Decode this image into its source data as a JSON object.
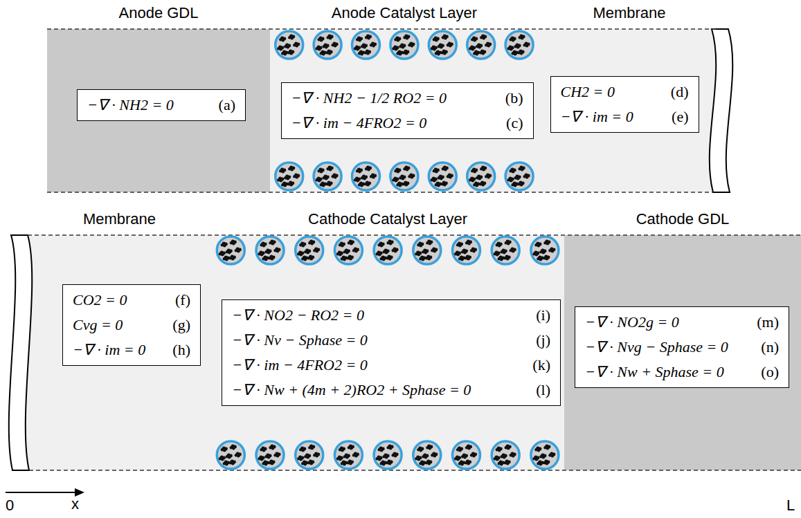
{
  "diagram": {
    "nodes": [
      {
        "text": [
          "Anode GDL"
        ]
      },
      {
        "text": [
          "−∇ · NH2 = 0",
          "(a)"
        ],
        "in": 0
      },
      {
        "text": [
          "Anode Catalyst Layer"
        ]
      },
      {
        "text": [
          "−∇ · NH2 − 1/2 RO2 = 0",
          "(b)",
          "−∇ · im − 4FRO2 = 0",
          "(c)"
        ],
        "in": 2
      },
      {
        "text": [
          "Membrane"
        ]
      },
      {
        "text": [
          "CH2 = 0",
          "(d)",
          "−∇ · im = 0",
          "(e)"
        ],
        "in": 4
      },
      {
        "text": [
          "Membrane"
        ]
      },
      {
        "text": [
          "CO2 = 0",
          "(f)",
          "Cvg = 0",
          "(g)",
          "−∇ · im = 0",
          "(h)"
        ],
        "in": 6
      },
      {
        "text": [
          "Cathode Catalyst Layer"
        ]
      },
      {
        "text": [
          "−∇ · NO2 − RO2 = 0",
          "(i)",
          "−∇ · Nv − Sphase = 0",
          "(j)",
          "−∇ · im − 4FRO2 = 0",
          "(k)",
          "−∇ · Nw + (4m + 2)RO2 + Sphase = 0",
          "(l)"
        ],
        "in": 8
      },
      {
        "text": [
          "Cathode GDL"
        ]
      },
      {
        "text": [
          "−∇ · NO2g = 0",
          "(m)",
          "−∇ · Nvg − Sphase = 0",
          "(n)",
          "−∇ · Nw + Sphase = 0",
          "(o)"
        ],
        "in": 10
      }
    ],
    "labels": [
      "0",
      "x",
      "L"
    ]
  }
}
